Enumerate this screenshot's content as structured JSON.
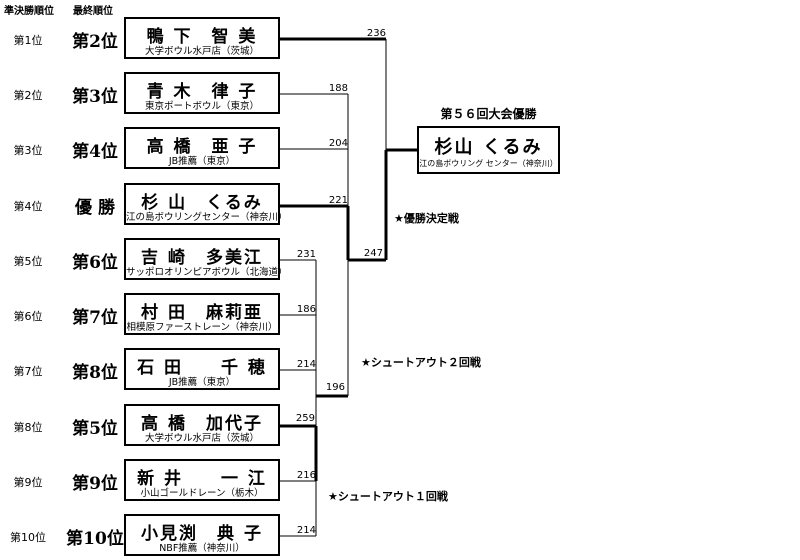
{
  "headers": {
    "semi": "準決勝順位",
    "final": "最終順位"
  },
  "players": [
    {
      "semi": "第1位",
      "final": "第2位",
      "name": "鴨 下　智 美",
      "club": "大学ボウル水戸店（茨城）",
      "score": "236"
    },
    {
      "semi": "第2位",
      "final": "第3位",
      "name": "青 木　律 子",
      "club": "東京ポートボウル（東京）",
      "score": "188"
    },
    {
      "semi": "第3位",
      "final": "第4位",
      "name": "高 橋　亜 子",
      "club": "JB推薦（東京）",
      "score": "204"
    },
    {
      "semi": "第4位",
      "final": "優 勝",
      "name": "杉 山　くるみ",
      "club": "江の島ボウリングセンター（神奈川）",
      "score": "221"
    },
    {
      "semi": "第5位",
      "final": "第6位",
      "name": "吉 崎　多美江",
      "club": "サッポロオリンピアボウル（北海道）",
      "score": "231"
    },
    {
      "semi": "第6位",
      "final": "第7位",
      "name": "村 田　麻莉亜",
      "club": "相模原ファーストレーン（神奈川）",
      "score": "186"
    },
    {
      "semi": "第7位",
      "final": "第8位",
      "name": "石 田　　千 穂",
      "club": "JB推薦（東京）",
      "score": "214"
    },
    {
      "semi": "第8位",
      "final": "第5位",
      "name": "高 橋　加代子",
      "club": "大学ボウル水戸店（茨城）",
      "score": "259"
    },
    {
      "semi": "第9位",
      "final": "第9位",
      "name": "新 井　　一 江",
      "club": "小山ゴールドレーン（栃木）",
      "score": "216"
    },
    {
      "semi": "第10位",
      "final": "第10位",
      "name": "小見渕　典 子",
      "club": "NBF推薦（神奈川）",
      "score": "214"
    }
  ],
  "shootout1_score": "196",
  "shootout2_score": "247",
  "winner": {
    "title": "第５６回大会優勝",
    "name": "杉山 くるみ",
    "club": "江の島ボウリング センター（神奈川）"
  },
  "labels": {
    "final_match": "★優勝決定戦",
    "shootout2": "★シュートアウト２回戦",
    "shootout1": "★シュートアウト１回戦"
  }
}
